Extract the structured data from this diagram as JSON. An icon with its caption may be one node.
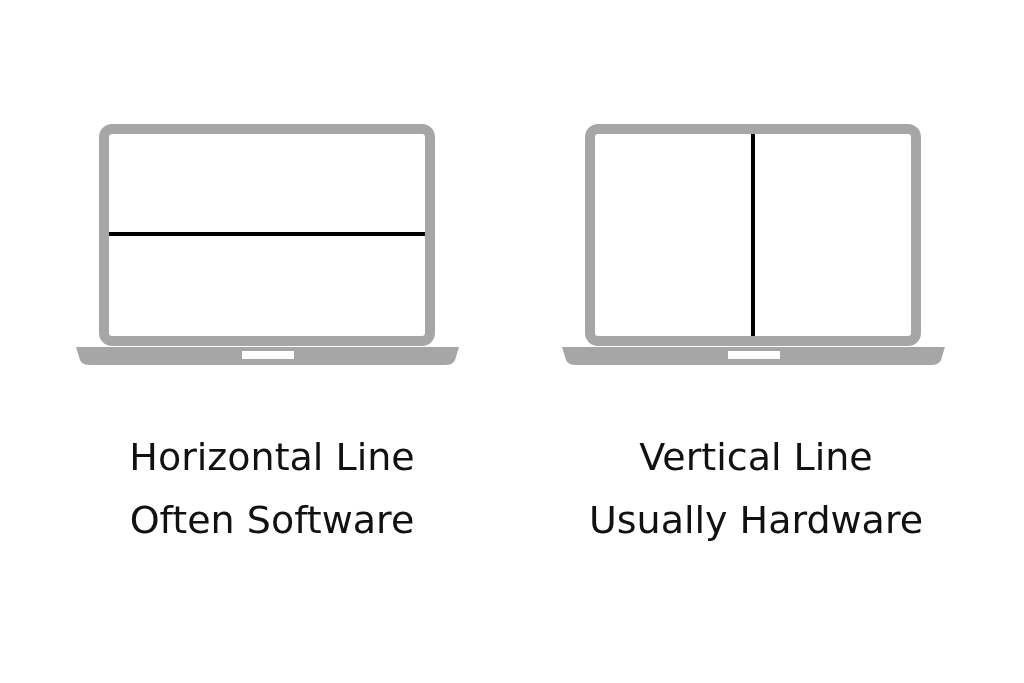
{
  "diagram": {
    "labels": [
      "Horizontal Line",
      "Often Software",
      "Vertical Line",
      "Usually Hardware"
    ]
  }
}
